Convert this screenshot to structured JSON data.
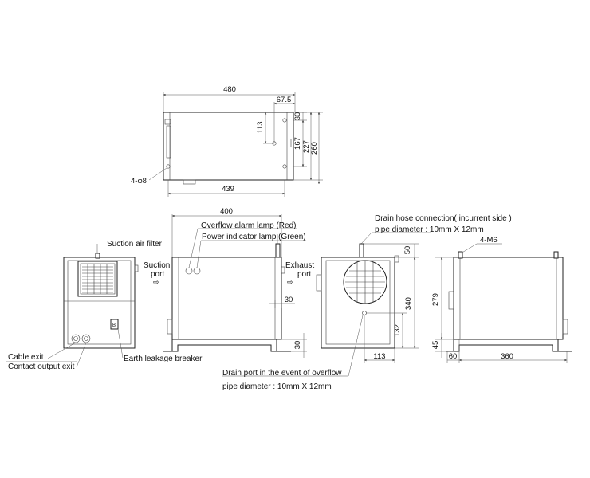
{
  "dimensions": {
    "top_width": "480",
    "top_inset": "67.5",
    "top_113": "113",
    "top_30": "30",
    "top_167": "167",
    "top_227": "227",
    "top_260": "260",
    "top_hole": "4-φ8",
    "top_439": "439",
    "front_400": "400",
    "front_30a": "30",
    "front_30b": "30",
    "side_50": "50",
    "side_340": "340",
    "side_132": "132",
    "side_113": "113",
    "right_279": "279",
    "right_45": "45",
    "right_60": "60",
    "right_360": "360",
    "right_m6": "4-M6"
  },
  "labels": {
    "overflow_lamp": "Overflow alarm lamp (Red)",
    "power_lamp": "Power indicator lamp (Green)",
    "suction_filter": "Suction air filter",
    "suction_port_1": "Suction",
    "suction_port_2": "port",
    "exhaust_port_1": "Exhaust",
    "exhaust_port_2": "port",
    "drain_hose_1": "Drain hose connection( incurrent side )",
    "drain_hose_2": "pipe diameter : 10mm X 12mm",
    "drain_port_1": "Drain port in the event of  overflow",
    "drain_port_2": "pipe diameter : 10mm X 12mm",
    "cable_exit": "Cable exit",
    "contact_output": "Contact output exit",
    "earth_breaker": "Earth leakage breaker"
  }
}
